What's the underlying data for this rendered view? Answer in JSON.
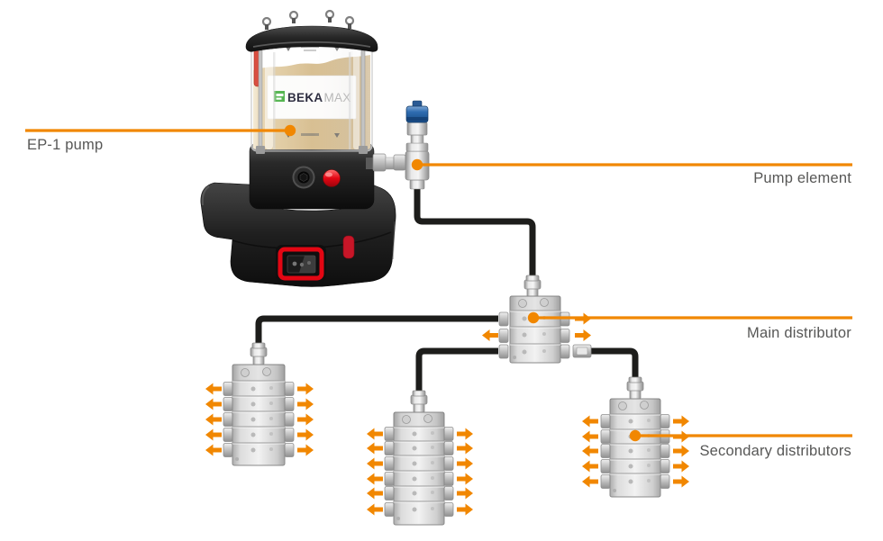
{
  "labels": {
    "ep1_pump": "EP-1 pump",
    "pump_element": "Pump element",
    "main_distributor": "Main distributor",
    "secondary_distributors": "Secondary distributors"
  },
  "logo": {
    "bold": "BEKA",
    "light": "MAX"
  },
  "colors": {
    "accent_orange": "#F18700",
    "label_text_gray": "#575756",
    "tube_black": "#1D1D1B",
    "grease_amber": "#D6BC8D",
    "logo_green": "#3AAA35",
    "pump_red": "#E30613",
    "element_blue": "#2F6CB0",
    "distributor_gray": "#D9D9D9"
  },
  "diagram": {
    "secondary_distributor_count": 3,
    "secondary_outlet_rows": [
      5,
      6,
      5
    ]
  }
}
